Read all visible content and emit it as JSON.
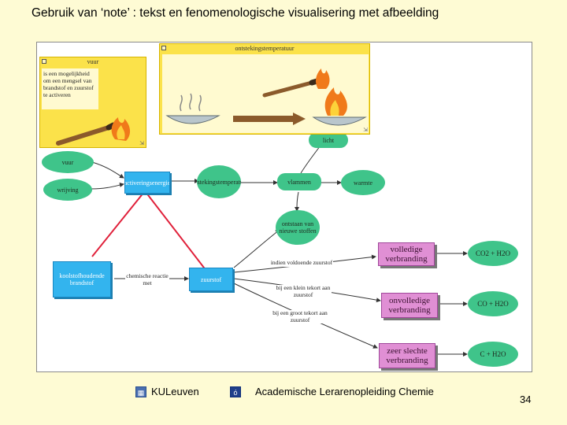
{
  "slide": {
    "title": "Gebruik van ‘note’ : tekst en fenomenologische visualisering met afbeelding",
    "page_number": "34"
  },
  "notes": {
    "vuur": {
      "title": "vuur",
      "text": "is een mogelijkheid om een mengsel van brandstof en zuurstof te activeren",
      "scene": "match lighting a small flame"
    },
    "ontsteking": {
      "title": "ontstekingstemperatuur",
      "scene": "bowl heated until flame, arrow to burning bowl"
    }
  },
  "map": {
    "nodes": {
      "vuur": "vuur",
      "wrijving": "wrijving",
      "activerings_energie": "activeringsenergie",
      "ontstekingstemperatuur": "ontstekingstemperatuur",
      "licht": "licht",
      "vlammen": "vlammen",
      "warmte": "warmte",
      "ontstaan_nieuwe_stoffen": "ontstaan van nieuwe stoffen",
      "koolstofhoudende_brandstof": "koolstofhoudende brandstof",
      "zuurstof": "zuurstof",
      "volledige_verbranding": "volledige verbranding",
      "onvolledige_verbranding": "onvolledige verbranding",
      "zeer_slechte_verbranding": "zeer slechte verbranding",
      "co2_h2o": "CO2 + H2O",
      "co_h2o": "CO + H2O",
      "c_h2o": "C + H2O"
    },
    "edge_labels": {
      "chemische_reactie": "chemische reactie met",
      "voldoende_zuurstof": "indien voldoende zuurstof",
      "klein_tekort": "bij een klein tekort aan zuurstof",
      "groot_tekort": "bij een groot tekort aan zuurstof"
    }
  },
  "footer": {
    "university": "KULeuven",
    "program": "Academische Lerarenopleiding Chemie"
  },
  "colors": {
    "background": "#fefbd4",
    "node_green": "#3fc48a",
    "node_blue": "#33b4ee",
    "node_pink": "#e08fd4",
    "note_yellow": "#fbe24a",
    "link_red": "#e0203a"
  }
}
